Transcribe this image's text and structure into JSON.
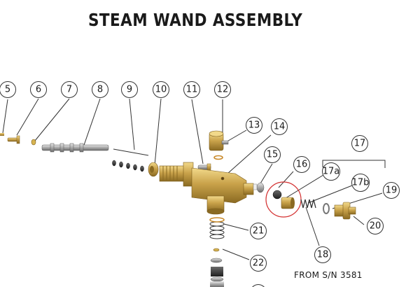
{
  "title": "STEAM WAND ASSEMBLY",
  "footnote": "FROM S/N 3581",
  "callouts": {
    "c5": "5",
    "c6": "6",
    "c7": "7",
    "c8": "8",
    "c9": "9",
    "c10": "10",
    "c11": "11",
    "c12": "12",
    "c13": "13",
    "c14": "14",
    "c15": "15",
    "c16": "16",
    "c17": "17",
    "c17a": "17a",
    "c17b": "17b",
    "c18": "18",
    "c19": "19",
    "c20": "20",
    "c21": "21",
    "c22": "22"
  },
  "colors": {
    "brass": "#c9a24a",
    "steel": "#9a9a9a",
    "highlight": "#d32f2f"
  }
}
